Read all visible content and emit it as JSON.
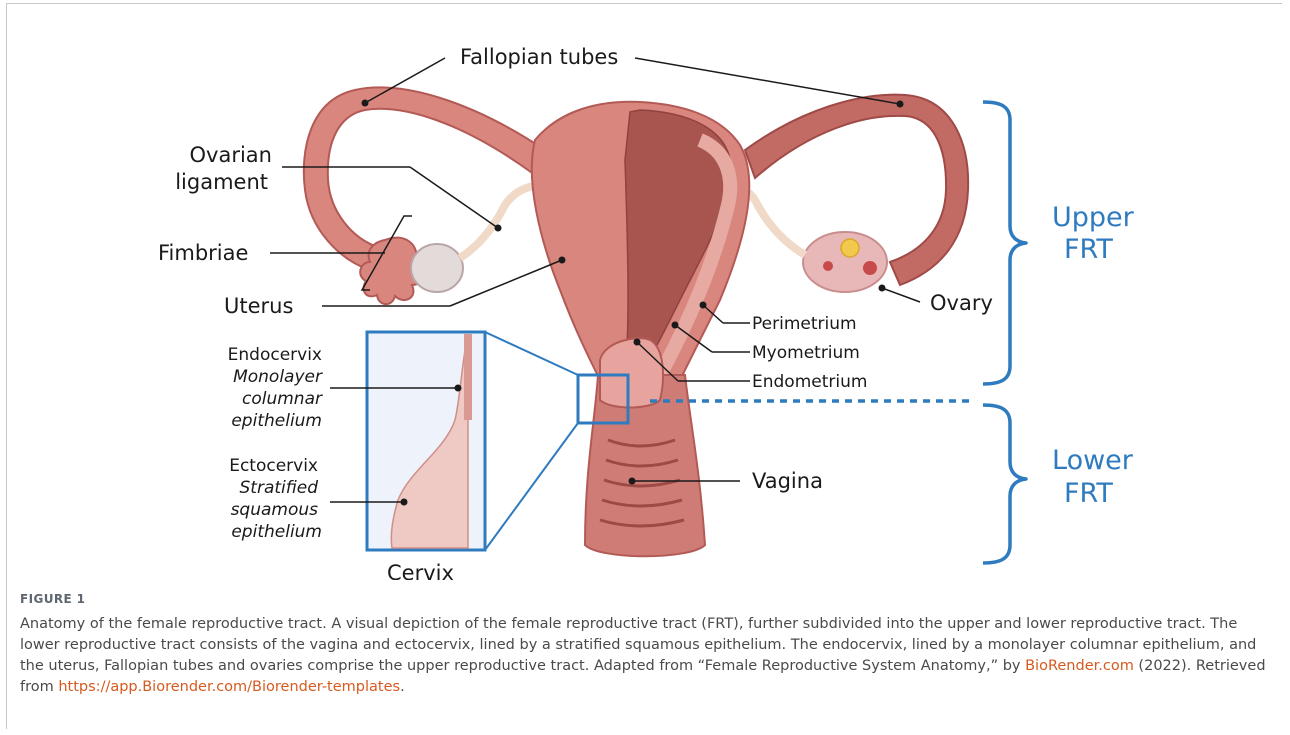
{
  "labels": {
    "fallopian_tubes": "Fallopian tubes",
    "ovarian_ligament_1": "Ovarian",
    "ovarian_ligament_2": "ligament",
    "fimbriae": "Fimbriae",
    "uterus": "Uterus",
    "perimetrium": "Perimetrium",
    "myometrium": "Myometrium",
    "endometrium": "Endometrium",
    "ovary": "Ovary",
    "vagina": "Vagina",
    "endocervix": "Endocervix",
    "endocervix_desc_1": "Monolayer",
    "endocervix_desc_2": "columnar",
    "endocervix_desc_3": "epithelium",
    "ectocervix": "Ectocervix",
    "ectocervix_desc_1": "Stratified",
    "ectocervix_desc_2": "squamous",
    "ectocervix_desc_3": "epithelium",
    "cervix": "Cervix",
    "upper_1": "Upper",
    "upper_2": "FRT",
    "lower_1": "Lower",
    "lower_2": "FRT"
  },
  "caption": {
    "figure_label": "FIGURE 1",
    "text_1": "Anatomy of the female reproductive tract. A visual depiction of the female reproductive tract (FRT), further subdivided into the upper and lower reproductive tract. The lower reproductive tract consists of the vagina and ectocervix, lined by a stratified squamous epithelium. The endocervix, lined by a monolayer columnar epithelium, and the uterus, Fallopian tubes and ovaries comprise the upper reproductive tract. Adapted from “Female Reproductive System Anatomy,” by ",
    "link_1": "BioRender.com",
    "text_2": " (2022). Retrieved from ",
    "link_2": "https://app.Biorender.com/Biorender-templates",
    "text_3": "."
  },
  "colors": {
    "accent_blue": "#2e7bbf",
    "link_orange": "#d65a1f",
    "tissue": "#d9867f",
    "tissue_dark": "#b35a56"
  }
}
